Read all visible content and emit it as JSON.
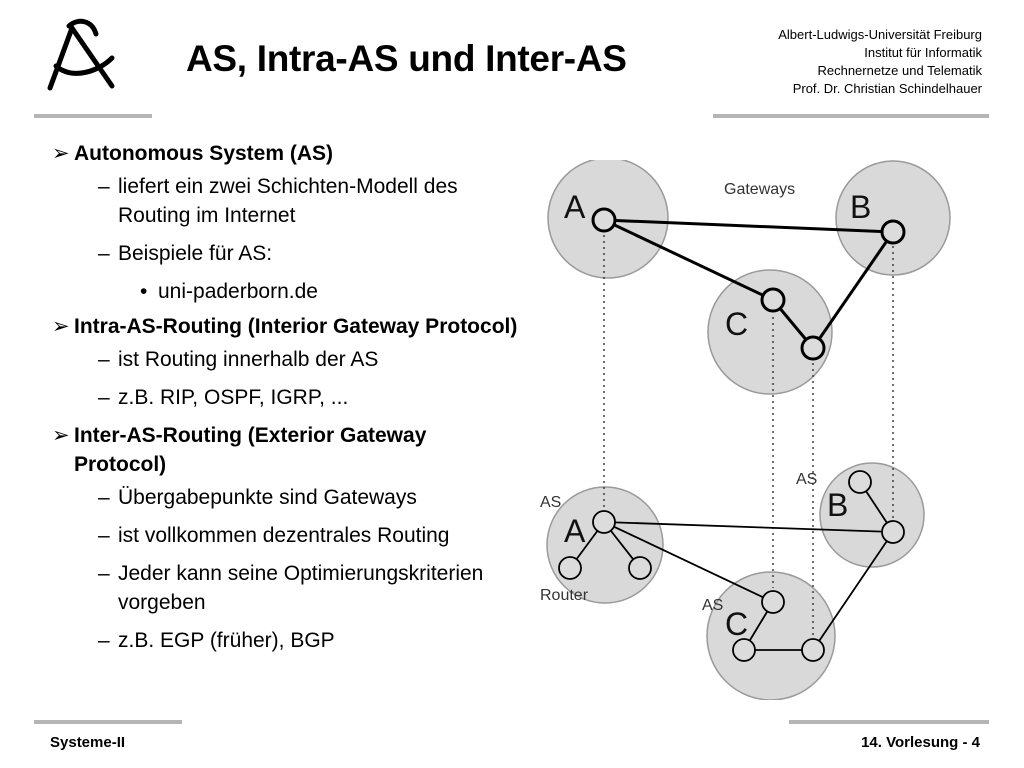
{
  "header": {
    "title": "AS, Intra-AS und Inter-AS",
    "institution": [
      "Albert-Ludwigs-Universität Freiburg",
      "Institut für Informatik",
      "Rechnernetze und Telematik",
      "Prof. Dr. Christian Schindelhauer"
    ]
  },
  "content": {
    "sections": [
      {
        "heading": "Autonomous System (AS)",
        "items": [
          {
            "text": "liefert ein zwei Schichten-Modell des Routing im Internet"
          },
          {
            "text": "Beispiele für AS:",
            "sub": [
              "uni-paderborn.de"
            ]
          }
        ]
      },
      {
        "heading": "Intra-AS-Routing (Interior Gateway Protocol)",
        "items": [
          {
            "text": "ist Routing innerhalb der AS"
          },
          {
            "text": "z.B. RIP, OSPF, IGRP, ..."
          }
        ]
      },
      {
        "heading": "Inter-AS-Routing (Exterior Gateway Protocol)",
        "items": [
          {
            "text": "Übergabepunkte sind Gateways"
          },
          {
            "text": "ist vollkommen dezentrales Routing"
          },
          {
            "text": "Jeder kann seine Optimierungskriterien vorgeben"
          },
          {
            "text": "z.B. EGP (früher), BGP"
          }
        ]
      }
    ]
  },
  "diagram": {
    "label_gateways": "Gateways",
    "label_router": "Router",
    "label_as": "AS",
    "as_names": {
      "a": "A",
      "b": "B",
      "c": "C"
    }
  },
  "footer": {
    "left": "Systeme-II",
    "right": "14. Vorlesung - 4"
  },
  "colors": {
    "rule": "#b5b5b5",
    "as_fill": "#d9d9d9",
    "node_fill": "#dcdcdc"
  }
}
